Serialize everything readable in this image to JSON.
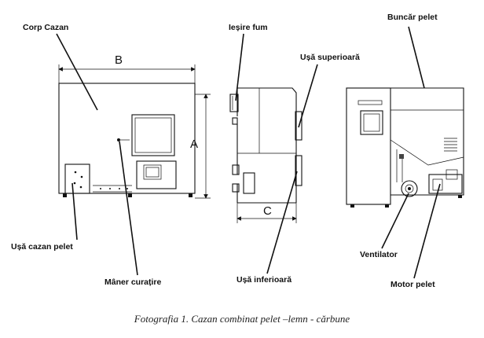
{
  "labels": {
    "corp_cazan": "Corp Cazan",
    "iesire_fum": "Ieșire fum",
    "buncar_pelet": "Buncăr pelet",
    "usa_superioara": "Ușă superioară",
    "usa_cazan_pelet": "Ușă cazan pelet",
    "maner_curatire": "Mâner curațire",
    "usa_inferioara": "Ușă inferioară",
    "ventilator": "Ventilator",
    "motor_pelet": "Motor pelet"
  },
  "dimensions": {
    "width": "B",
    "height": "A",
    "depth": "C"
  },
  "caption": "Fotografia 1. Cazan combinat pelet –lemn - cărbune"
}
